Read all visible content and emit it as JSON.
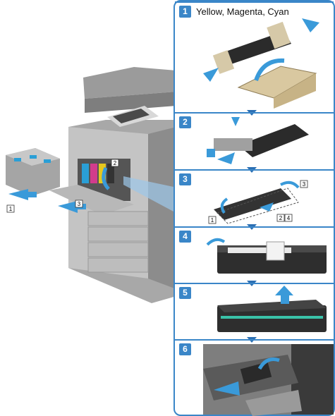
{
  "steps": [
    {
      "number": "1",
      "title": "Yellow, Magenta, Cyan"
    },
    {
      "number": "2",
      "title": ""
    },
    {
      "number": "3",
      "title": ""
    },
    {
      "number": "4",
      "title": ""
    },
    {
      "number": "5",
      "title": ""
    },
    {
      "number": "6",
      "title": ""
    }
  ],
  "printer_callouts": {
    "c1": "1",
    "c2": "2",
    "c3": "3"
  },
  "step3_callouts": {
    "c1": "1",
    "c2": "2",
    "c3": "3",
    "c4": "4"
  },
  "colors": {
    "accent": "#3a86c8",
    "arrow": "#2b6fb3"
  }
}
